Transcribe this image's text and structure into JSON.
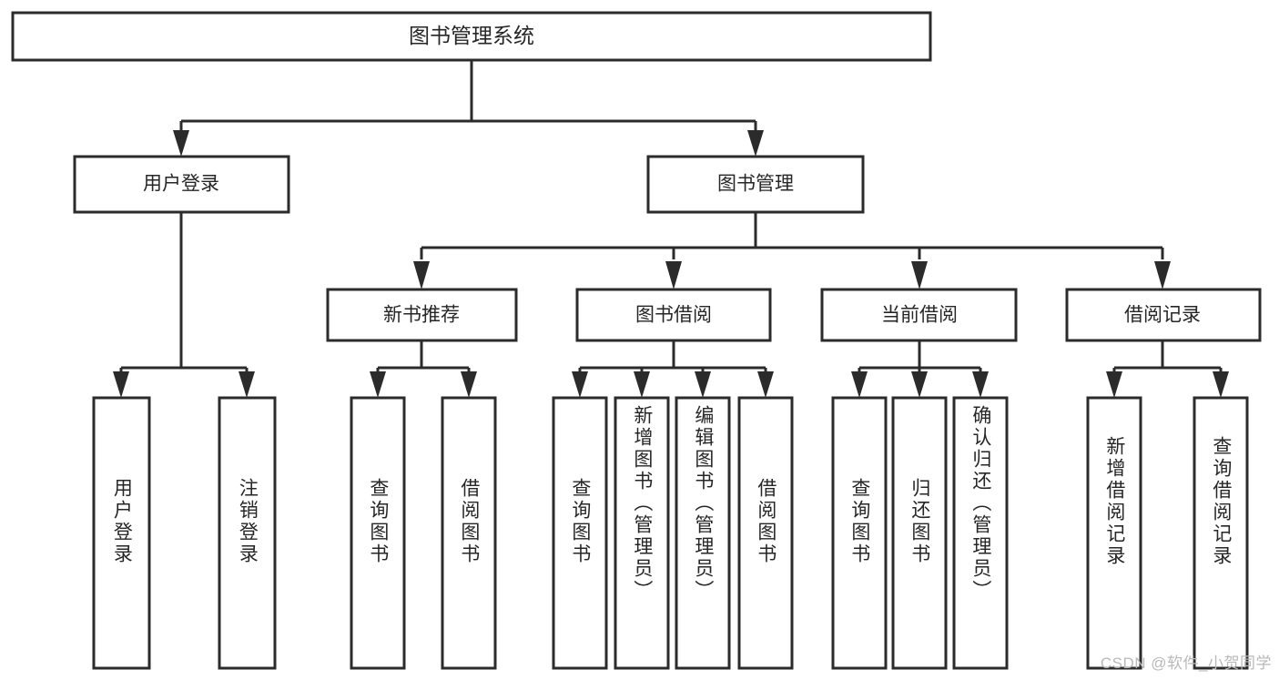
{
  "diagram": {
    "title": "图书管理系统",
    "type": "hierarchy-tree",
    "watermark": "CSDN @软件_小贺同学",
    "colors": {
      "stroke": "#2b2b2b",
      "fill": "#ffffff",
      "text": "#262626",
      "watermark": "#b9b9b9"
    },
    "levels": {
      "root": {
        "label": "图书管理系统"
      },
      "level2": [
        {
          "id": "user-login",
          "label": "用户登录"
        },
        {
          "id": "book-management",
          "label": "图书管理"
        }
      ],
      "level3": [
        {
          "id": "new-book-recommend",
          "label": "新书推荐",
          "parent": "book-management"
        },
        {
          "id": "book-borrow",
          "label": "图书借阅",
          "parent": "book-management"
        },
        {
          "id": "current-borrow",
          "label": "当前借阅",
          "parent": "book-management"
        },
        {
          "id": "borrow-record",
          "label": "借阅记录",
          "parent": "book-management"
        }
      ],
      "leaves": [
        {
          "id": "leaf-user-login",
          "label": "用户登录",
          "parent": "user-login"
        },
        {
          "id": "leaf-logout-login",
          "label": "注销登录",
          "parent": "user-login"
        },
        {
          "id": "leaf-query-book-1",
          "label": "查询图书",
          "parent": "new-book-recommend"
        },
        {
          "id": "leaf-borrow-book-1",
          "label": "借阅图书",
          "parent": "new-book-recommend"
        },
        {
          "id": "leaf-query-book-2",
          "label": "查询图书",
          "parent": "book-borrow"
        },
        {
          "id": "leaf-add-book",
          "label": "新增图书（管理员）",
          "parent": "book-borrow"
        },
        {
          "id": "leaf-edit-book",
          "label": "编辑图书（管理员）",
          "parent": "book-borrow"
        },
        {
          "id": "leaf-borrow-book-2",
          "label": "借阅图书",
          "parent": "book-borrow"
        },
        {
          "id": "leaf-query-book-3",
          "label": "查询图书",
          "parent": "current-borrow"
        },
        {
          "id": "leaf-return-book",
          "label": "归还图书",
          "parent": "current-borrow"
        },
        {
          "id": "leaf-confirm-return",
          "label": "确认归还（管理员）",
          "parent": "current-borrow"
        },
        {
          "id": "leaf-add-record",
          "label": "新增借阅记录",
          "parent": "borrow-record"
        },
        {
          "id": "leaf-query-record",
          "label": "查询借阅记录",
          "parent": "borrow-record"
        }
      ]
    }
  }
}
